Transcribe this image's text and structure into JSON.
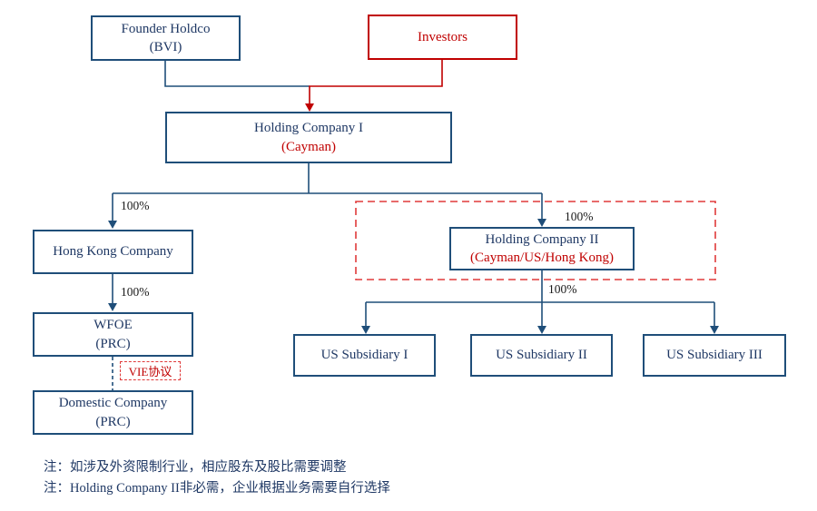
{
  "boxes": {
    "founder_holdco": {
      "line1": "Founder Holdco",
      "line2": "(BVI)"
    },
    "investors": {
      "line1": "Investors"
    },
    "holding_company_1": {
      "line1": "Holding Company I",
      "line2": "(Cayman)"
    },
    "hong_kong_company": {
      "line1": "Hong Kong Company"
    },
    "wfoe": {
      "line1": "WFOE",
      "line2": "(PRC)"
    },
    "domestic_company": {
      "line1": "Domestic Company",
      "line2": "(PRC)"
    },
    "holding_company_2": {
      "line1": "Holding Company II",
      "line2": "(Cayman/US/Hong Kong)"
    },
    "us_subsidiary_1": {
      "line1": "US Subsidiary I"
    },
    "us_subsidiary_2": {
      "line1": "US Subsidiary II"
    },
    "us_subsidiary_3": {
      "line1": "US Subsidiary III"
    }
  },
  "labels": {
    "pct_hc1_to_hk": "100%",
    "pct_hk_to_wfoe": "100%",
    "pct_hc1_to_hc2": "100%",
    "pct_hc2_to_subs": "100%",
    "vie_agreement": "VIE协议"
  },
  "notes": [
    "注：如涉及外资限制行业，相应股东及股比需要调整",
    "注：Holding Company II非必需，企业根据业务需要自行选择"
  ],
  "colors": {
    "blue_border": "#1F4E79",
    "blue_text": "#1F3864",
    "red": "#C00000",
    "red_dash": "#E03A3A",
    "label_black": "#1A1A1A"
  }
}
